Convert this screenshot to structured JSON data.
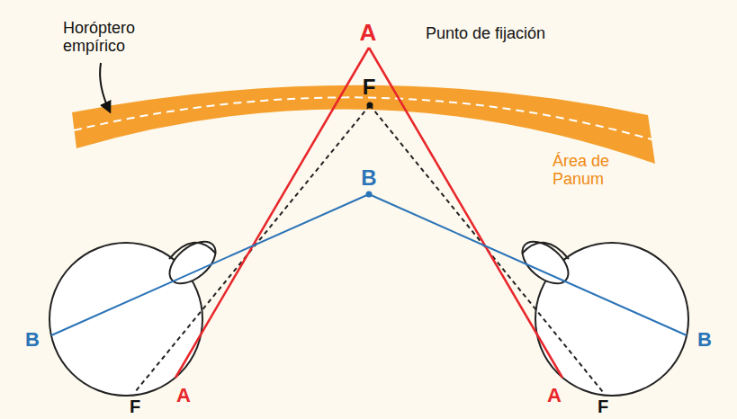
{
  "diagram": {
    "labels": [
      "A",
      "Horóptero empírico",
      "Punto de fijación",
      "F",
      "B",
      "Área de Panum",
      "B",
      "B",
      "F",
      "A",
      "A",
      "F"
    ]
  }
}
